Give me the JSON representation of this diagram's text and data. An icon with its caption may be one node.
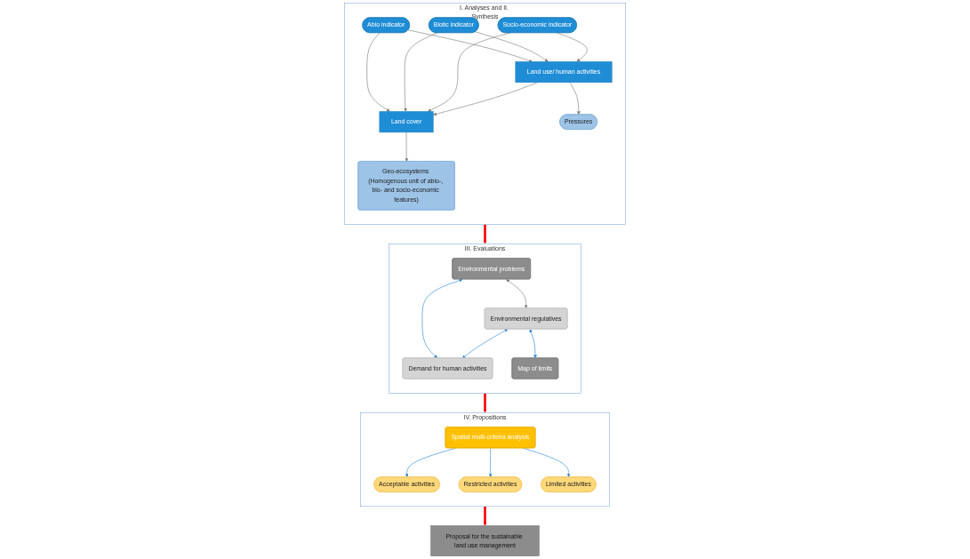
{
  "diagram": {
    "nodes": [
      {
        "text": [
          "I. Analyses and II. Synthesis"
        ]
      },
      {
        "text": [
          "Abio indicator"
        ],
        "in": 0
      },
      {
        "text": [
          "Biotic indicator"
        ],
        "in": 0
      },
      {
        "text": [
          "Socio-economic indicator"
        ],
        "in": 0
      },
      {
        "text": [
          "Land use/ human activities"
        ],
        "in": 0
      },
      {
        "text": [
          "Land cover"
        ],
        "in": 0
      },
      {
        "text": [
          "Pressures"
        ],
        "in": 0
      },
      {
        "text": [
          "Geo-ecosystems (Homogenous unit of abio-, bio- and socio-economic features)"
        ],
        "in": 0
      },
      {
        "text": [
          "III. Evaluations"
        ]
      },
      {
        "text": [
          "Environmental problems"
        ],
        "in": 8
      },
      {
        "text": [
          "Environmental regulatives"
        ],
        "in": 8
      },
      {
        "text": [
          "Demand for human activities"
        ],
        "in": 8
      },
      {
        "text": [
          "Map of limits"
        ],
        "in": 8
      },
      {
        "text": [
          "IV. Propositions"
        ]
      },
      {
        "text": [
          "Spatial multi-criteria analysis"
        ],
        "in": 13
      },
      {
        "text": [
          "Acceptable activities"
        ],
        "in": 13
      },
      {
        "text": [
          "Restricted activities"
        ],
        "in": 13
      },
      {
        "text": [
          "Limited activities"
        ],
        "in": 13
      },
      {
        "text": [
          "Proposal for the sustainable land use management"
        ]
      }
    ],
    "edges": [
      {
        "from": 1,
        "to": 4,
        "arrow": "to"
      },
      {
        "from": 1,
        "to": 5,
        "arrow": "to"
      },
      {
        "from": 2,
        "to": 4,
        "arrow": "to"
      },
      {
        "from": 2,
        "to": 5,
        "arrow": "to"
      },
      {
        "from": 3,
        "to": 4,
        "arrow": "to"
      },
      {
        "from": 3,
        "to": 5,
        "arrow": "to"
      },
      {
        "from": 4,
        "to": 5,
        "arrow": "to"
      },
      {
        "from": 4,
        "to": 6,
        "arrow": "to"
      },
      {
        "from": 5,
        "to": 7,
        "arrow": "to"
      },
      {
        "from": 0,
        "to": 8,
        "arrow": "to",
        "style": "thick",
        "color": "#ff0000"
      },
      {
        "from": 9,
        "to": 10,
        "arrow": "both"
      },
      {
        "from": 9,
        "to": 11,
        "arrow": "both",
        "color": "#2e8bd6"
      },
      {
        "from": 10,
        "to": 11,
        "arrow": "both",
        "color": "#2e8bd6"
      },
      {
        "from": 10,
        "to": 12,
        "arrow": "both",
        "color": "#2e8bd6"
      },
      {
        "from": 8,
        "to": 13,
        "arrow": "to",
        "style": "thick",
        "color": "#ff0000"
      },
      {
        "from": 14,
        "to": 15,
        "arrow": "to",
        "color": "#2e8bd6"
      },
      {
        "from": 14,
        "to": 16,
        "arrow": "to",
        "color": "#2e8bd6"
      },
      {
        "from": 14,
        "to": 17,
        "arrow": "to",
        "color": "#2e8bd6"
      },
      {
        "from": 13,
        "to": 18,
        "arrow": "to",
        "style": "thick",
        "color": "#ff0000"
      }
    ]
  }
}
